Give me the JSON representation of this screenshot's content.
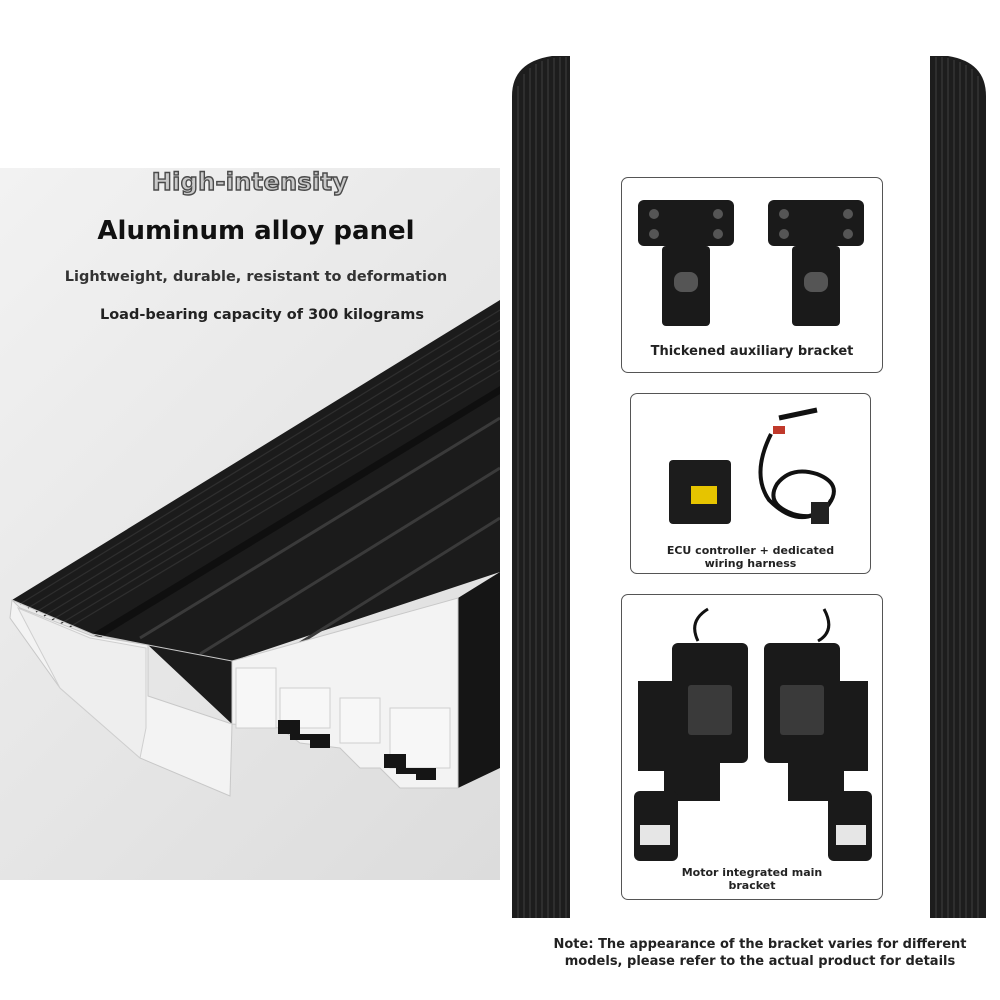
{
  "panel": {
    "headline_outline": "High-intensity",
    "headline_main": "Aluminum alloy panel",
    "feature_line_1": "Lightweight, durable, resistant to deformation",
    "feature_line_2": "Load-bearing capacity of 300 kilograms"
  },
  "cards": [
    {
      "caption": "Thickened auxiliary bracket",
      "image_icon": "bracket-pair-icon"
    },
    {
      "caption_line_1": "ECU controller + dedicated",
      "caption_line_2": "wiring harness",
      "image_icon": "ecu-harness-icon"
    },
    {
      "caption_line_1": "Motor integrated main",
      "caption_line_2": "bracket",
      "image_icon": "motor-bracket-icon"
    }
  ],
  "note": {
    "line_1": "Note: The appearance of the bracket varies for different",
    "line_2": "models, please refer to the actual product for details"
  },
  "colors": {
    "panel_background": "#e9e9e9",
    "aluminum_black": "#1c1c1c",
    "aluminum_cross_section": "#f4f4f4",
    "card_border": "#555555"
  }
}
